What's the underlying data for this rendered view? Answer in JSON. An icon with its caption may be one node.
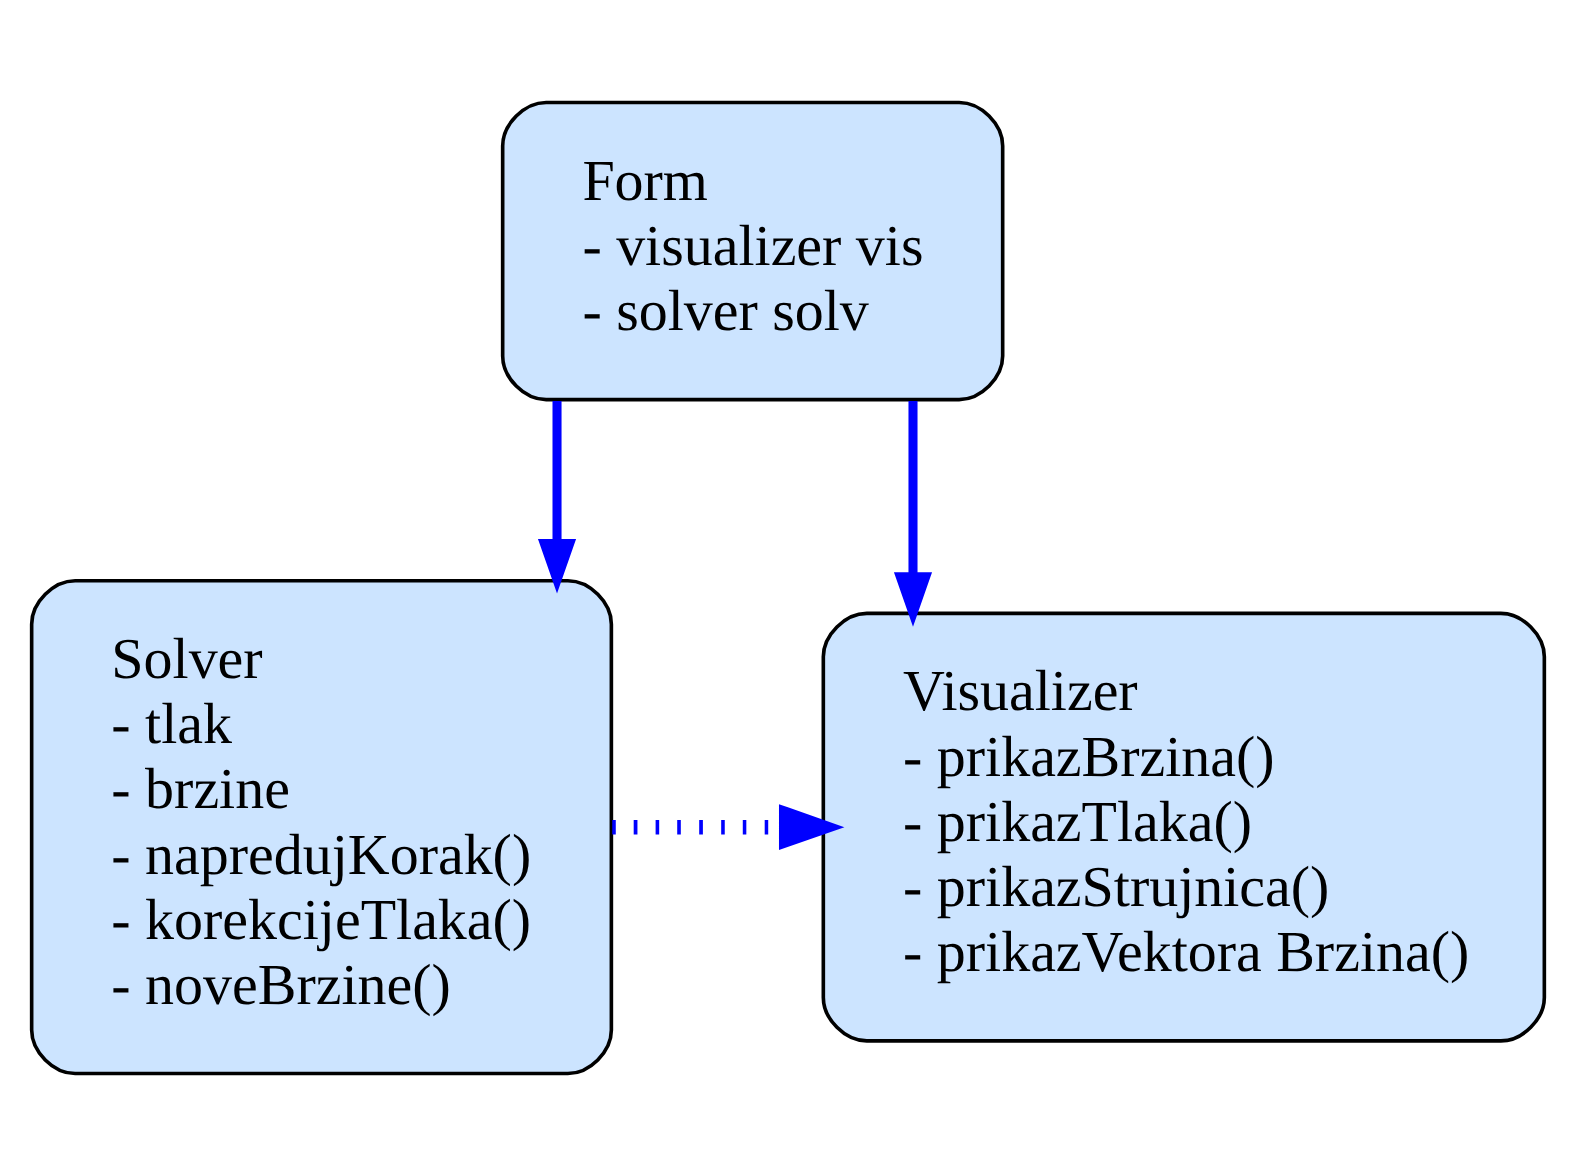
{
  "diagram": {
    "nodes": [
      {
        "text": [
          "Form",
          "- visualizer vis",
          "- solver solv"
        ]
      },
      {
        "text": [
          "Solver",
          "- tlak",
          "- brzine",
          "- napredujKorak()",
          "- korekcijeTlaka()",
          "- noveBrzine()"
        ]
      },
      {
        "text": [
          "Visualizer",
          "- prikazBrzina()",
          "- prikazTlaka()",
          "- prikazStrujnica()",
          "- prikazVektora Brzina()"
        ]
      }
    ],
    "edges": [
      {
        "from": 0,
        "to": 1,
        "arrow": "to"
      },
      {
        "from": 0,
        "to": 2,
        "arrow": "to"
      },
      {
        "from": 1,
        "to": 2,
        "arrow": "to",
        "style": "dashed"
      }
    ]
  }
}
